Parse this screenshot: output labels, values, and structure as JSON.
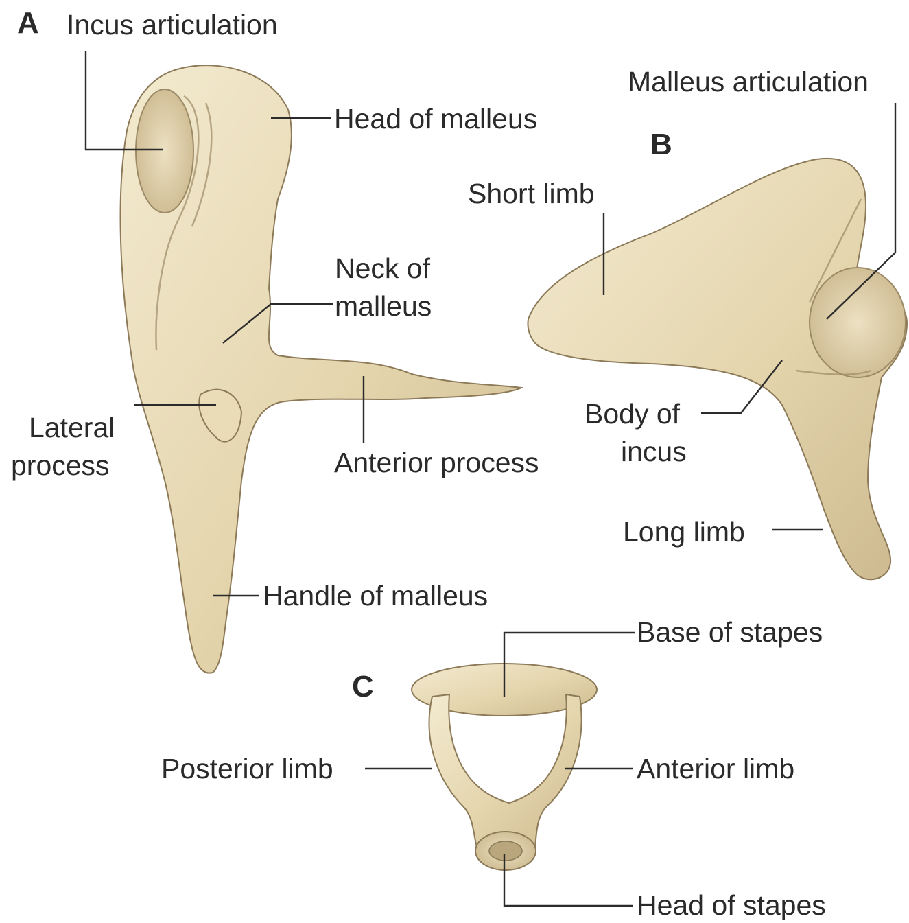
{
  "colors": {
    "background": "#ffffff",
    "bone_fill": "#e6d8b4",
    "bone_light": "#f1e7cb",
    "bone_shadow": "#c9b68c",
    "bone_outline": "#8c7a58",
    "text": "#2a2a2a",
    "leader_line": "#2b2b2b"
  },
  "panels": {
    "a": "A",
    "b": "B",
    "c": "C"
  },
  "labels": {
    "incus_articulation": "Incus articulation",
    "head_of_malleus": "Head of malleus",
    "neck_of_malleus_1": "Neck of",
    "neck_of_malleus_2": "malleus",
    "lateral_process_1": "Lateral",
    "lateral_process_2": "process",
    "anterior_process": "Anterior process",
    "handle_of_malleus": "Handle of malleus",
    "malleus_articulation": "Malleus articulation",
    "short_limb": "Short limb",
    "body_of_incus_1": "Body of",
    "body_of_incus_2": "incus",
    "long_limb": "Long limb",
    "base_of_stapes": "Base of stapes",
    "posterior_limb": "Posterior limb",
    "anterior_limb": "Anterior limb",
    "head_of_stapes": "Head of stapes"
  }
}
